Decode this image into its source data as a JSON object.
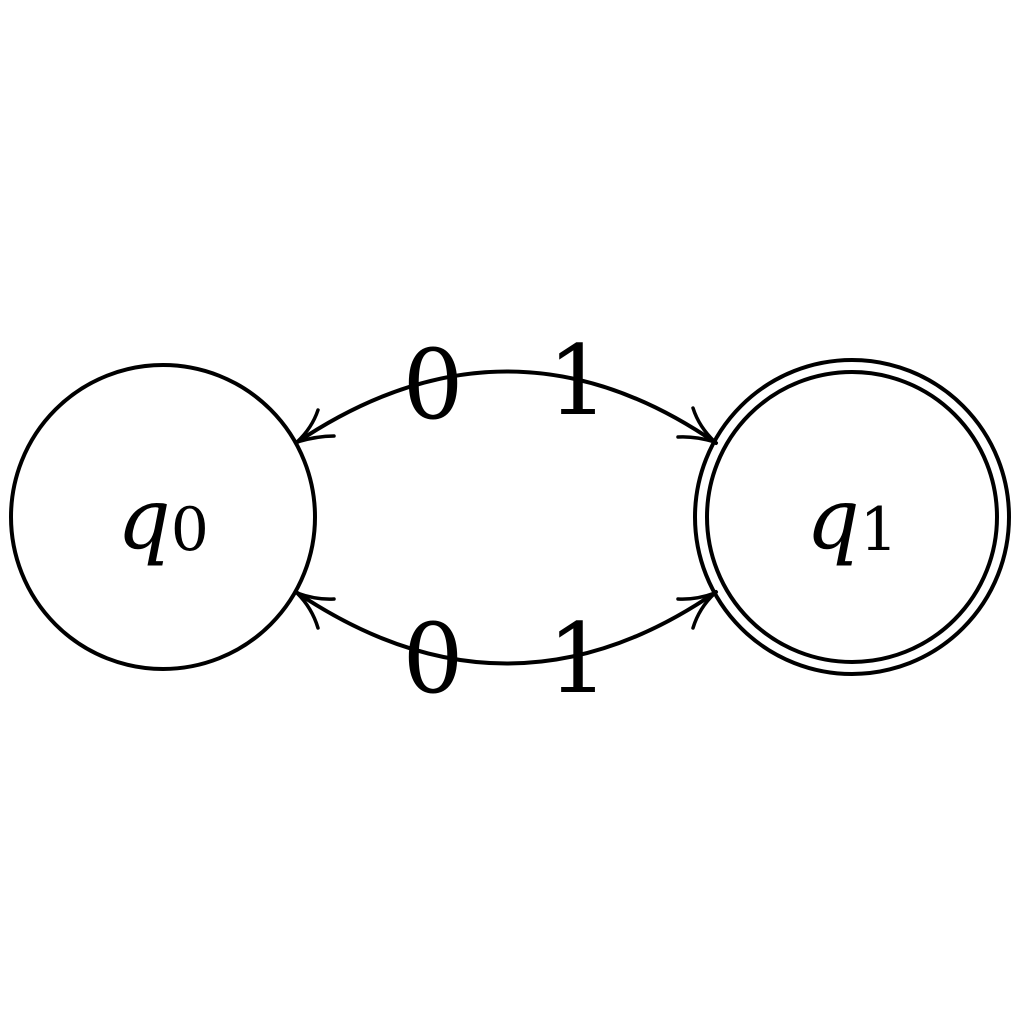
{
  "colors": {
    "ink": "#000000",
    "background": "#ffffff"
  },
  "states": [
    {
      "id": "q0",
      "name": "q",
      "subscript": "0",
      "accepting": false
    },
    {
      "id": "q1",
      "name": "q",
      "subscript": "1",
      "accepting": true
    }
  ],
  "transitions": [
    {
      "from": "q1",
      "to": "q0",
      "label": "0",
      "arc": "top"
    },
    {
      "from": "q0",
      "to": "q1",
      "label": "1",
      "arc": "top"
    },
    {
      "from": "q1",
      "to": "q0",
      "label": "0",
      "arc": "bottom"
    },
    {
      "from": "q0",
      "to": "q1",
      "label": "1",
      "arc": "bottom"
    }
  ]
}
